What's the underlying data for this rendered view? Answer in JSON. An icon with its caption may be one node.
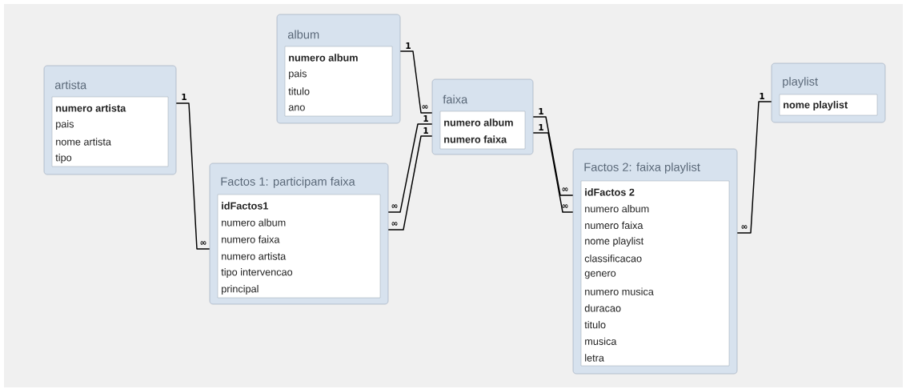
{
  "diagram": {
    "nodes": [
      {
        "text": [
          "artista",
          "numero artista",
          "pais",
          "nome artista",
          "tipo"
        ]
      },
      {
        "text": [
          "album",
          "numero album",
          "pais",
          "titulo",
          "ano"
        ]
      },
      {
        "text": [
          "Factos 1: participam faixa",
          "idFactos1",
          "numero album",
          "numero faixa",
          "numero artista",
          "tipo intervencao",
          "principal"
        ]
      },
      {
        "text": [
          "faixa",
          "numero album",
          "numero faixa"
        ]
      },
      {
        "text": [
          "Factos 2: faixa playlist",
          "idFactos 2",
          "numero album",
          "numero faixa",
          "nome playlist",
          "classificacao",
          "genero",
          "numero musica",
          "duracao",
          "titulo",
          "musica",
          "letra"
        ]
      },
      {
        "text": [
          "playlist",
          "nome playlist"
        ]
      }
    ],
    "edges": [
      {
        "from": 0,
        "to": 2,
        "arrow": "none"
      },
      {
        "from": 1,
        "to": 3,
        "arrow": "none"
      },
      {
        "from": 3,
        "to": 2,
        "arrow": "none"
      },
      {
        "from": 3,
        "to": 2,
        "arrow": "none"
      },
      {
        "from": 3,
        "to": 4,
        "arrow": "none"
      },
      {
        "from": 3,
        "to": 4,
        "arrow": "none"
      },
      {
        "from": 5,
        "to": 4,
        "arrow": "none"
      }
    ],
    "labels": [
      "1",
      "∞",
      "1",
      "∞",
      "1",
      "∞",
      "1",
      "∞",
      "1",
      "∞",
      "1",
      "∞",
      "1",
      "∞"
    ]
  }
}
